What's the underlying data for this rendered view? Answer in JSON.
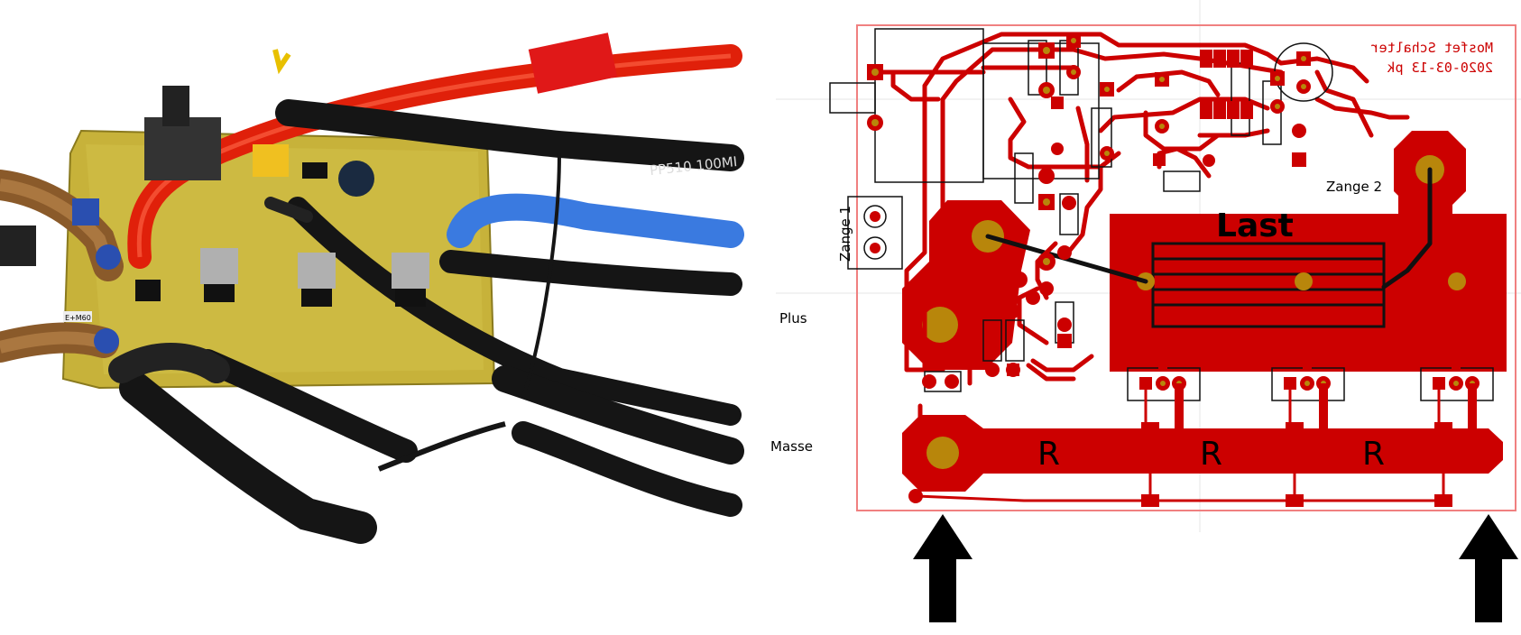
{
  "photo": {
    "probe_text": "PP510  100MI",
    "board_label": "E+M60"
  },
  "pcb": {
    "title_line1": "Mosfet Schalter",
    "title_line2": "2020-03-13 pk",
    "label_zange1": "Zange 1",
    "label_zange2": "Zange 2",
    "label_plus": "Plus",
    "label_masse": "Masse",
    "label_last": "Last",
    "resistor_labels": [
      "R",
      "R",
      "R"
    ]
  },
  "colors": {
    "copper": "#cc0000",
    "pad": "#b8860b",
    "outline": "#f08080",
    "silkscreen": "#000000"
  }
}
